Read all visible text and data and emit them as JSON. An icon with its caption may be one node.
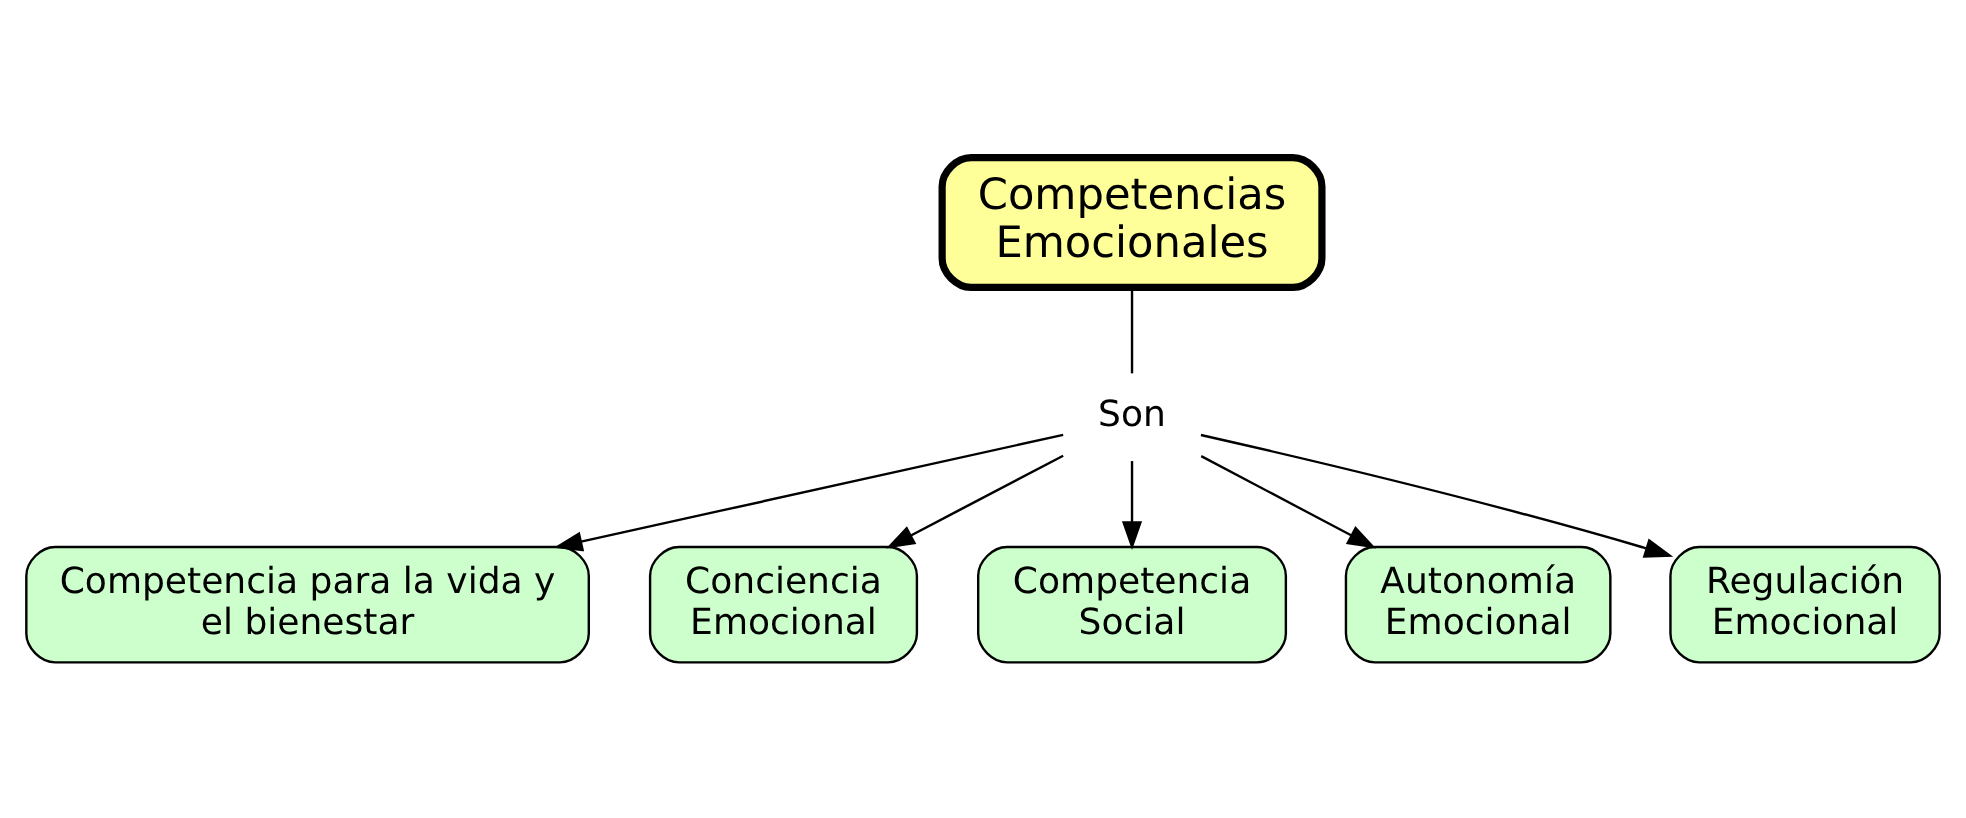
{
  "diagram": {
    "nodes": [
      {
        "text": [
          "Competencias Emocionales"
        ]
      },
      {
        "text": [
          "Son"
        ]
      },
      {
        "text": [
          "Competencia para la vida y el bienestar"
        ]
      },
      {
        "text": [
          "Conciencia Emocional"
        ]
      },
      {
        "text": [
          "Competencia Social"
        ]
      },
      {
        "text": [
          "Autonomía Emocional"
        ]
      },
      {
        "text": [
          "Regulación Emocional"
        ]
      }
    ],
    "edges": [
      {
        "from": 0,
        "to": 1,
        "arrow": "none"
      },
      {
        "from": 1,
        "to": 2,
        "arrow": "to"
      },
      {
        "from": 1,
        "to": 3,
        "arrow": "to"
      },
      {
        "from": 1,
        "to": 4,
        "arrow": "to"
      },
      {
        "from": 1,
        "to": 5,
        "arrow": "to"
      },
      {
        "from": 1,
        "to": 6,
        "arrow": "to"
      }
    ]
  }
}
